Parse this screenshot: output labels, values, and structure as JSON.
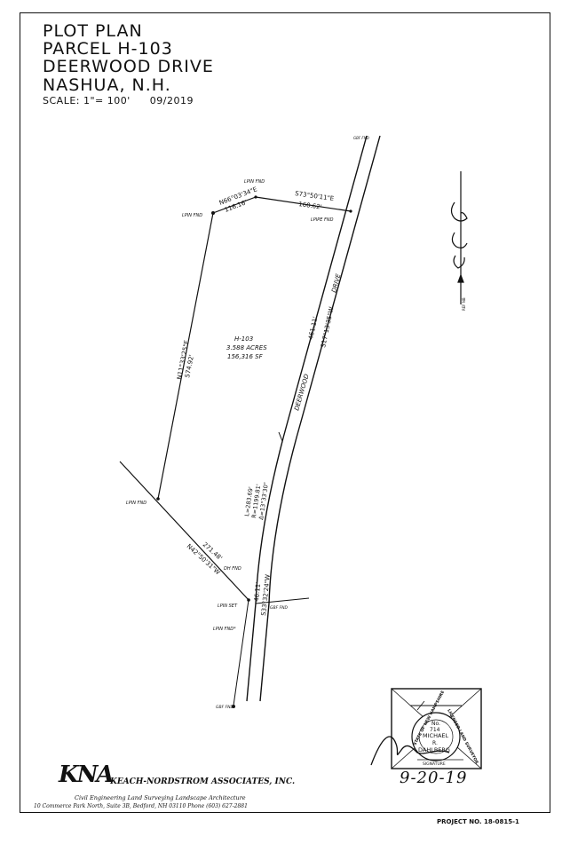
{
  "title": {
    "line1": "PLOT PLAN",
    "line2": "PARCEL H-103",
    "line3": "DEERWOOD DRIVE",
    "line4": "NASHUA, N.H.",
    "scale": "SCALE: 1\"= 100'",
    "date": "09/2019"
  },
  "parcel": {
    "id": "H-103",
    "acres": "3.588 ACRES",
    "sf": "156,316 SF"
  },
  "bounds": {
    "b1_bearing": "N66°03'34\"E",
    "b1_dist": "116.16'",
    "b2_bearing": "S73°50'11\"E",
    "b2_dist": "160.62'",
    "b3_bearing": "S17°13'35\"W",
    "b3_dist": "461.11'",
    "b4_bearing": "S33°32'24\"W",
    "b4_dist": "46.11'",
    "b5_bearing": "N42°50'31\"W",
    "b5_dist": "271.48'",
    "b6_bearing": "N11°33'25\"E",
    "b6_dist": "574.92'",
    "curve_l": "L=283.69'",
    "curve_r": "R=1199.81'",
    "curve_d": "Δ=13°33'30\""
  },
  "street": {
    "name1": "DEERWOOD",
    "name2": "DRIVE"
  },
  "markers": {
    "lpin_fnd": "LPIN FND",
    "lpipe_fnd": "LPIPE FND",
    "gbf_fnd": "GBF FND",
    "dh_fnd": "DH FND",
    "lpin_set": "LPIN SET",
    "lpin_fnd_star": "LPIN FND*",
    "north_ref": "REF NB"
  },
  "stamp": {
    "state": "STATE OF NEW HAMPSHIRE",
    "licensed": "LICENSED LAND SURVEYOR",
    "no_label": "No.",
    "number": "714",
    "first": "MICHAEL",
    "middle": "R.",
    "last": "DAHLBERG",
    "signature_label": "SIGNATURE"
  },
  "signed_date": "9-20-19",
  "firm": {
    "logo": "KNA",
    "name": "KEACH-NORDSTROM ASSOCIATES, INC.",
    "tagline": "Civil Engineering   Land Surveying   Landscape Architecture",
    "address": "10 Commerce Park North, Suite 3B, Bedford, NH 03110 Phone (603) 627-2881"
  },
  "project": "PROJECT NO. 18-0815-1"
}
